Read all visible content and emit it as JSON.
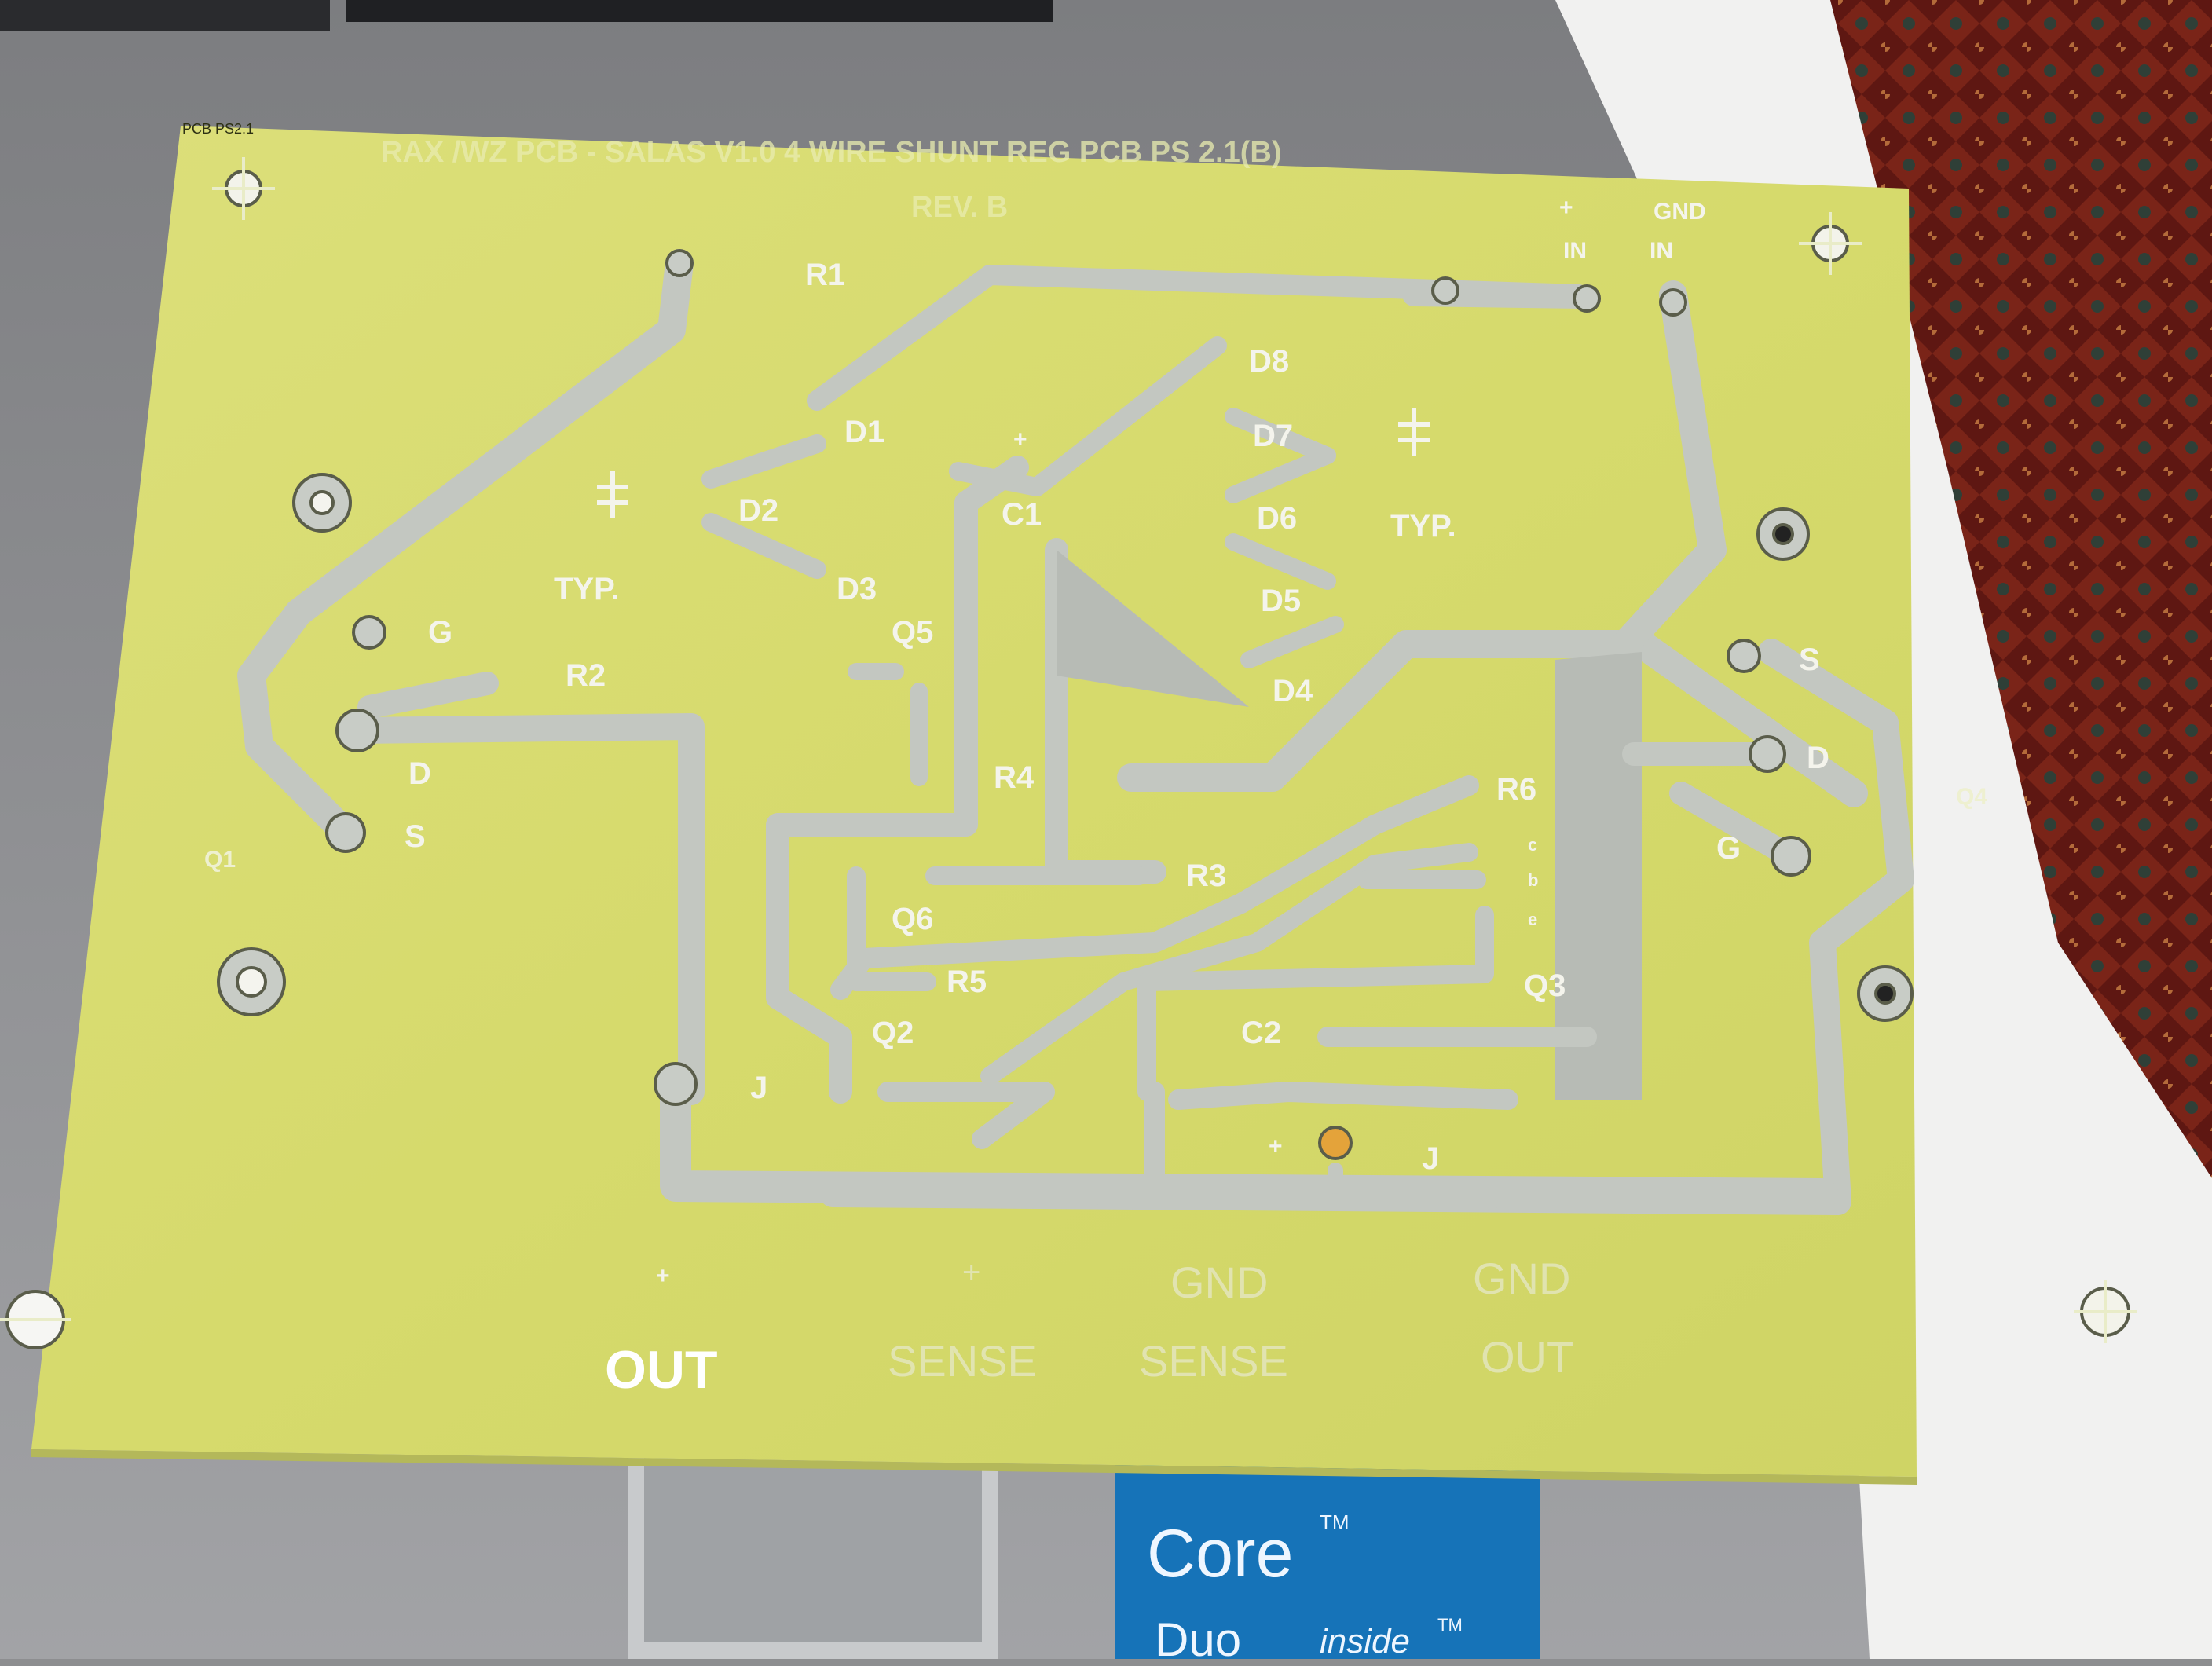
{
  "pcb": {
    "header_small": "PCB PS2.1",
    "title": "RAX /WZ PCB - SALAS V1.0 4 WIRE SHUNT REG PCB PS 2.1(B)",
    "revision": "REV. B",
    "input": {
      "plus": "+",
      "in1": "IN",
      "gnd": "GND",
      "in2": "IN"
    },
    "components": {
      "R1": "R1",
      "R2": "R2",
      "R3": "R3",
      "R4": "R4",
      "R5": "R5",
      "R6": "R6",
      "D1": "D1",
      "D2": "D2",
      "D3": "D3",
      "D4": "D4",
      "D5": "D5",
      "D6": "D6",
      "D7": "D7",
      "D8": "D8",
      "C1": "C1",
      "C2": "C2",
      "C1_plus": "+",
      "Q1": "Q1",
      "Q2": "Q2",
      "Q3": "Q3",
      "Q4": "Q4",
      "Q5": "Q5",
      "Q6": "Q6",
      "q3_c": "c",
      "q3_b": "b",
      "q3_e": "e",
      "typ_left": "TYP.",
      "typ_right": "TYP."
    },
    "mosfet_left": {
      "g": "G",
      "d": "D",
      "s": "S"
    },
    "mosfet_right": {
      "s": "S",
      "d": "D",
      "g": "G"
    },
    "jumpers": {
      "j1": "J",
      "j2": "J",
      "plus_mid": "+"
    },
    "outputs": {
      "out_plus": "+",
      "out": "OUT",
      "sense_plus": "+",
      "sense": "SENSE",
      "gnd_sense_1": "GND",
      "gnd_sense_2": "SENSE",
      "gnd_out_1": "GND",
      "gnd_out_2": "OUT"
    }
  },
  "sticker": {
    "brand": "Core",
    "tm": "TM",
    "line": "Duo",
    "inside": "inside",
    "tm2": "TM"
  },
  "colors": {
    "board": "#d9dc74",
    "copper": "#c2c6bf",
    "desk": "#8d8e90",
    "rug": "#6b1b14",
    "sticker": "#1673b8"
  }
}
